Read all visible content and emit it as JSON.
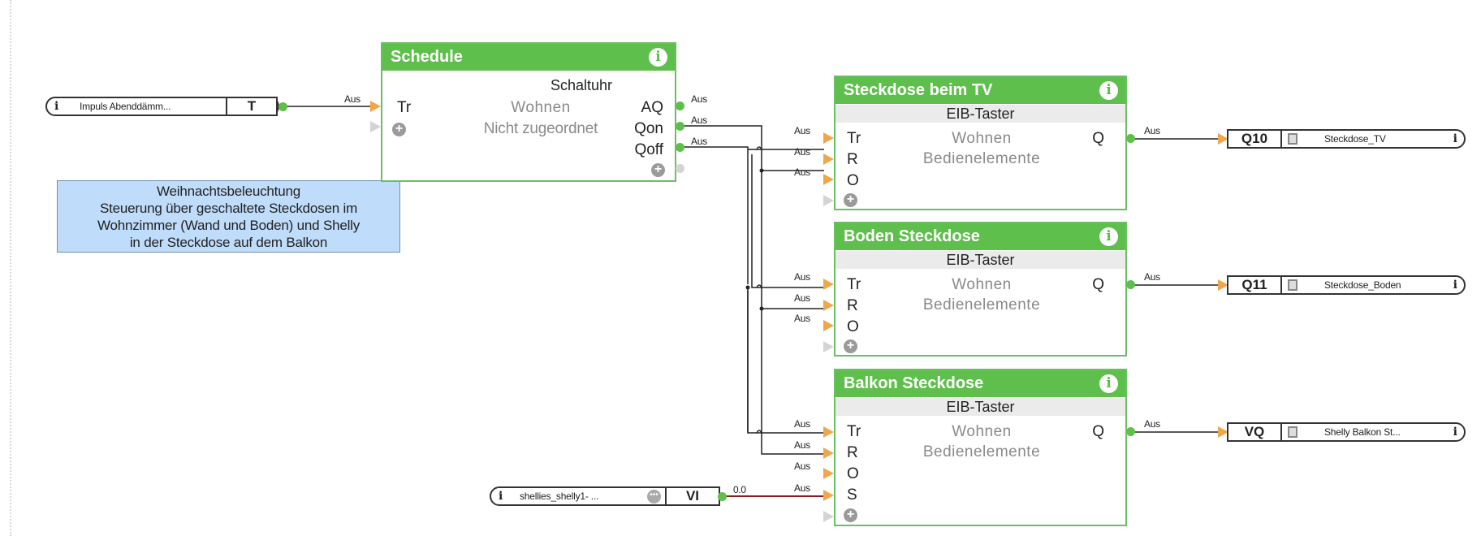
{
  "note": {
    "lines": [
      "Weihnachtsbeleuchtung",
      "Steuerung über geschaltete Steckdosen im",
      "Wohnzimmer (Wand und Boden) und Shelly",
      "in der Steckdose auf dem Balkon"
    ]
  },
  "inputs": {
    "impuls": {
      "label": "Impuls Abenddämm...",
      "type": "T",
      "wire_label": "Aus"
    },
    "shelly": {
      "label": "shellies_shelly1- ...",
      "type": "VI",
      "wire_label": "0.0"
    }
  },
  "schedule": {
    "title": "Schedule",
    "subtitle": "Schaltuhr",
    "room": "Wohnen",
    "category": "Nicht zugeordnet",
    "input_port": "Tr",
    "outputs": [
      "AQ",
      "Qon",
      "Qoff"
    ],
    "output_labels": [
      "Aus",
      "Aus",
      "Aus"
    ]
  },
  "blocks": [
    {
      "title": "Steckdose beim TV",
      "subtitle": "EIB-Taster",
      "room": "Wohnen",
      "category": "Bedienelemente",
      "inputs": [
        "Tr",
        "R",
        "O"
      ],
      "output": "Q",
      "input_labels": [
        "Aus",
        "Aus",
        "Aus"
      ],
      "output_label": "Aus"
    },
    {
      "title": "Boden Steckdose",
      "subtitle": "EIB-Taster",
      "room": "Wohnen",
      "category": "Bedienelemente",
      "inputs": [
        "Tr",
        "R",
        "O"
      ],
      "output": "Q",
      "input_labels": [
        "Aus",
        "Aus",
        "Aus"
      ],
      "output_label": "Aus"
    },
    {
      "title": "Balkon Steckdose",
      "subtitle": "EIB-Taster",
      "room": "Wohnen",
      "category": "Bedienelemente",
      "inputs": [
        "Tr",
        "R",
        "O",
        "S"
      ],
      "output": "Q",
      "input_labels": [
        "Aus",
        "Aus",
        "Aus",
        "Aus"
      ],
      "output_label": "Aus"
    }
  ],
  "outputs": [
    {
      "code": "Q10",
      "name": "Steckdose_TV"
    },
    {
      "code": "Q11",
      "name": "Steckdose_Boden"
    },
    {
      "code": "VQ",
      "name": "Shelly Balkon St..."
    }
  ],
  "icons": {
    "info": "info-icon",
    "add": "add-port-icon",
    "state": "state-icon",
    "more": "more-icon"
  },
  "colors": {
    "block_header": "#5fbf4c",
    "input_arrow": "#f0a64a",
    "note_bg": "#bfdcfa",
    "analog_wire": "#8b1a1a"
  }
}
